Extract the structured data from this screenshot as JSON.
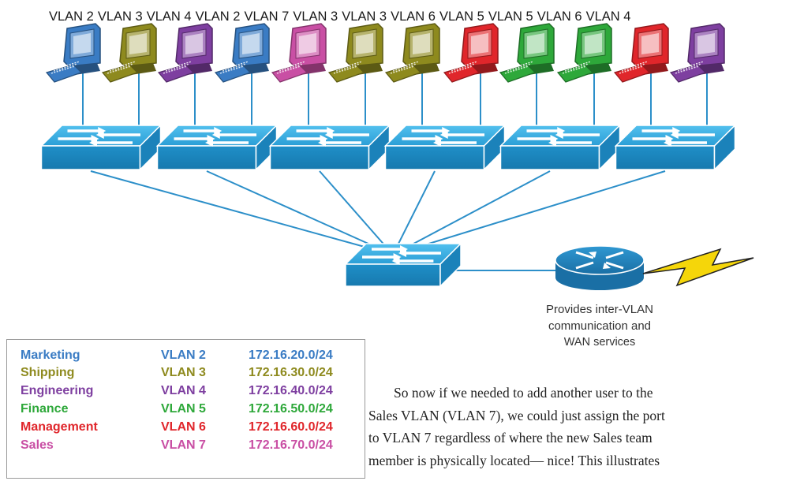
{
  "vlan_labels": [
    "VLAN 2",
    "VLAN 3",
    "VLAN 4",
    "VLAN 2",
    "VLAN 7",
    "VLAN 3",
    "VLAN 3",
    "VLAN 6",
    "VLAN 5",
    "VLAN 5",
    "VLAN 6",
    "VLAN 4"
  ],
  "colors": {
    "vlan2": "#3a7cc4",
    "vlan3": "#8e8a1e",
    "vlan4": "#7e3fa0",
    "vlan5": "#2ea83a",
    "vlan6": "#e0262b",
    "vlan7": "#c94fa4",
    "switch": "#29a3dc",
    "router": "#2c8fc9",
    "link": "#2c8fc9",
    "wan": "#f5d60a"
  },
  "router_caption": {
    "line1": "Provides inter-VLAN",
    "line2": "communication and",
    "line3": "WAN services"
  },
  "legend": [
    {
      "dept": "Marketing",
      "vlan": "VLAN 2",
      "net": "172.16.20.0/24",
      "color": "#3a7cc4"
    },
    {
      "dept": "Shipping",
      "vlan": "VLAN 3",
      "net": "172.16.30.0/24",
      "color": "#8e8a1e"
    },
    {
      "dept": "Engineering",
      "vlan": "VLAN 4",
      "net": "172.16.40.0/24",
      "color": "#7e3fa0"
    },
    {
      "dept": "Finance",
      "vlan": "VLAN 5",
      "net": "172.16.50.0/24",
      "color": "#2ea83a"
    },
    {
      "dept": "Management",
      "vlan": "VLAN 6",
      "net": "172.16.60.0/24",
      "color": "#e0262b"
    },
    {
      "dept": "Sales",
      "vlan": "VLAN 7",
      "net": "172.16.70.0/24",
      "color": "#c94fa4"
    }
  ],
  "body_text": [
    "So now if we needed to add another user to the",
    "Sales VLAN (VLAN 7), we could just assign the port",
    "to VLAN 7 regardless of where the new Sales team",
    "member is physically located— nice! This illustrates"
  ]
}
